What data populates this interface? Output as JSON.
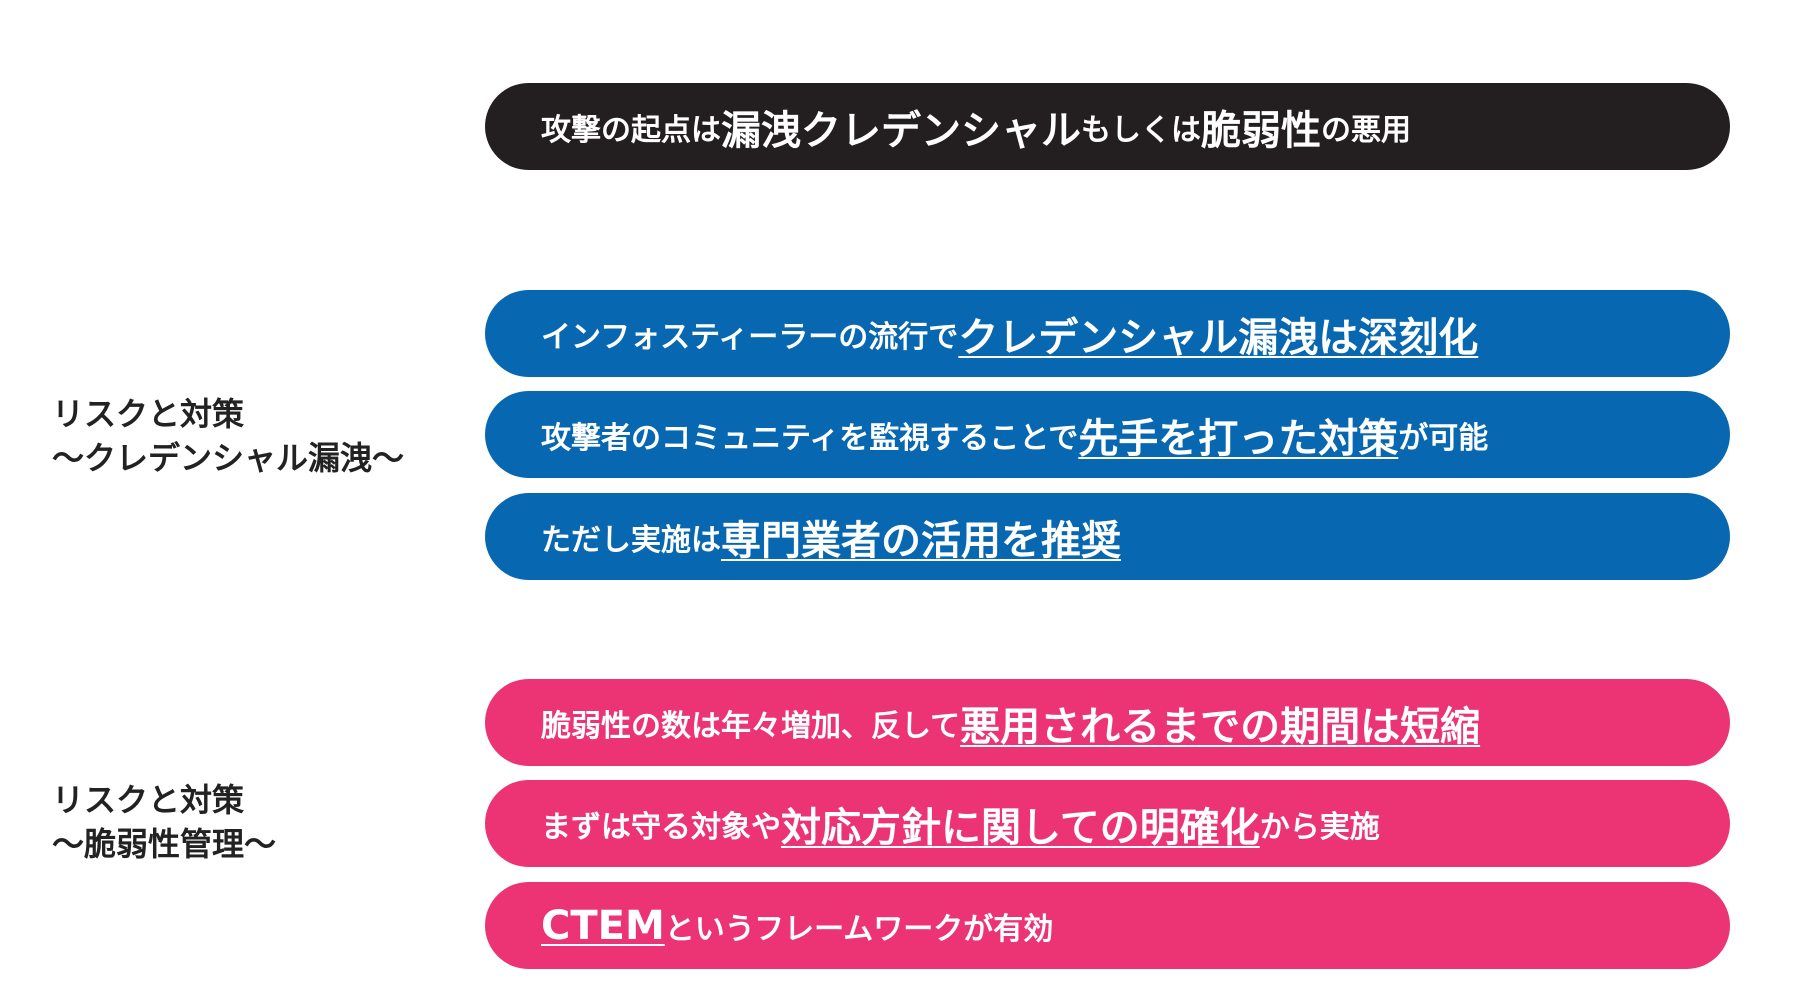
{
  "header": {
    "parts": [
      "攻撃の起点は",
      "漏洩クレデンシャル",
      "もしくは",
      "脆弱性",
      "の悪用"
    ]
  },
  "sections": [
    {
      "label_line1": "リスクと対策",
      "label_line2": "〜クレデンシャル漏洩〜",
      "items": [
        {
          "parts": [
            "インフォスティーラーの流行で",
            "クレデンシャル漏洩は深刻化"
          ]
        },
        {
          "parts": [
            "攻撃者のコミュニティを監視することで",
            "先手を打った対策",
            "が可能"
          ]
        },
        {
          "parts": [
            "ただし実施は",
            "専門業者の活用を推奨"
          ]
        }
      ]
    },
    {
      "label_line1": "リスクと対策",
      "label_line2": "〜脆弱性管理〜",
      "items": [
        {
          "parts": [
            "脆弱性の数は年々増加、反して",
            "悪用されるまでの期間は短縮"
          ]
        },
        {
          "parts": [
            "まずは守る対象や",
            "対応方針に関しての明確化",
            "から実施"
          ]
        },
        {
          "parts": [
            "CTEM",
            "というフレームワークが有効"
          ]
        }
      ]
    }
  ],
  "colors": {
    "header_bg": "#231f20",
    "credential_bg": "#0767b0",
    "vulnerability_bg": "#ec3374",
    "text": "#ffffff",
    "label_text": "#222222"
  }
}
